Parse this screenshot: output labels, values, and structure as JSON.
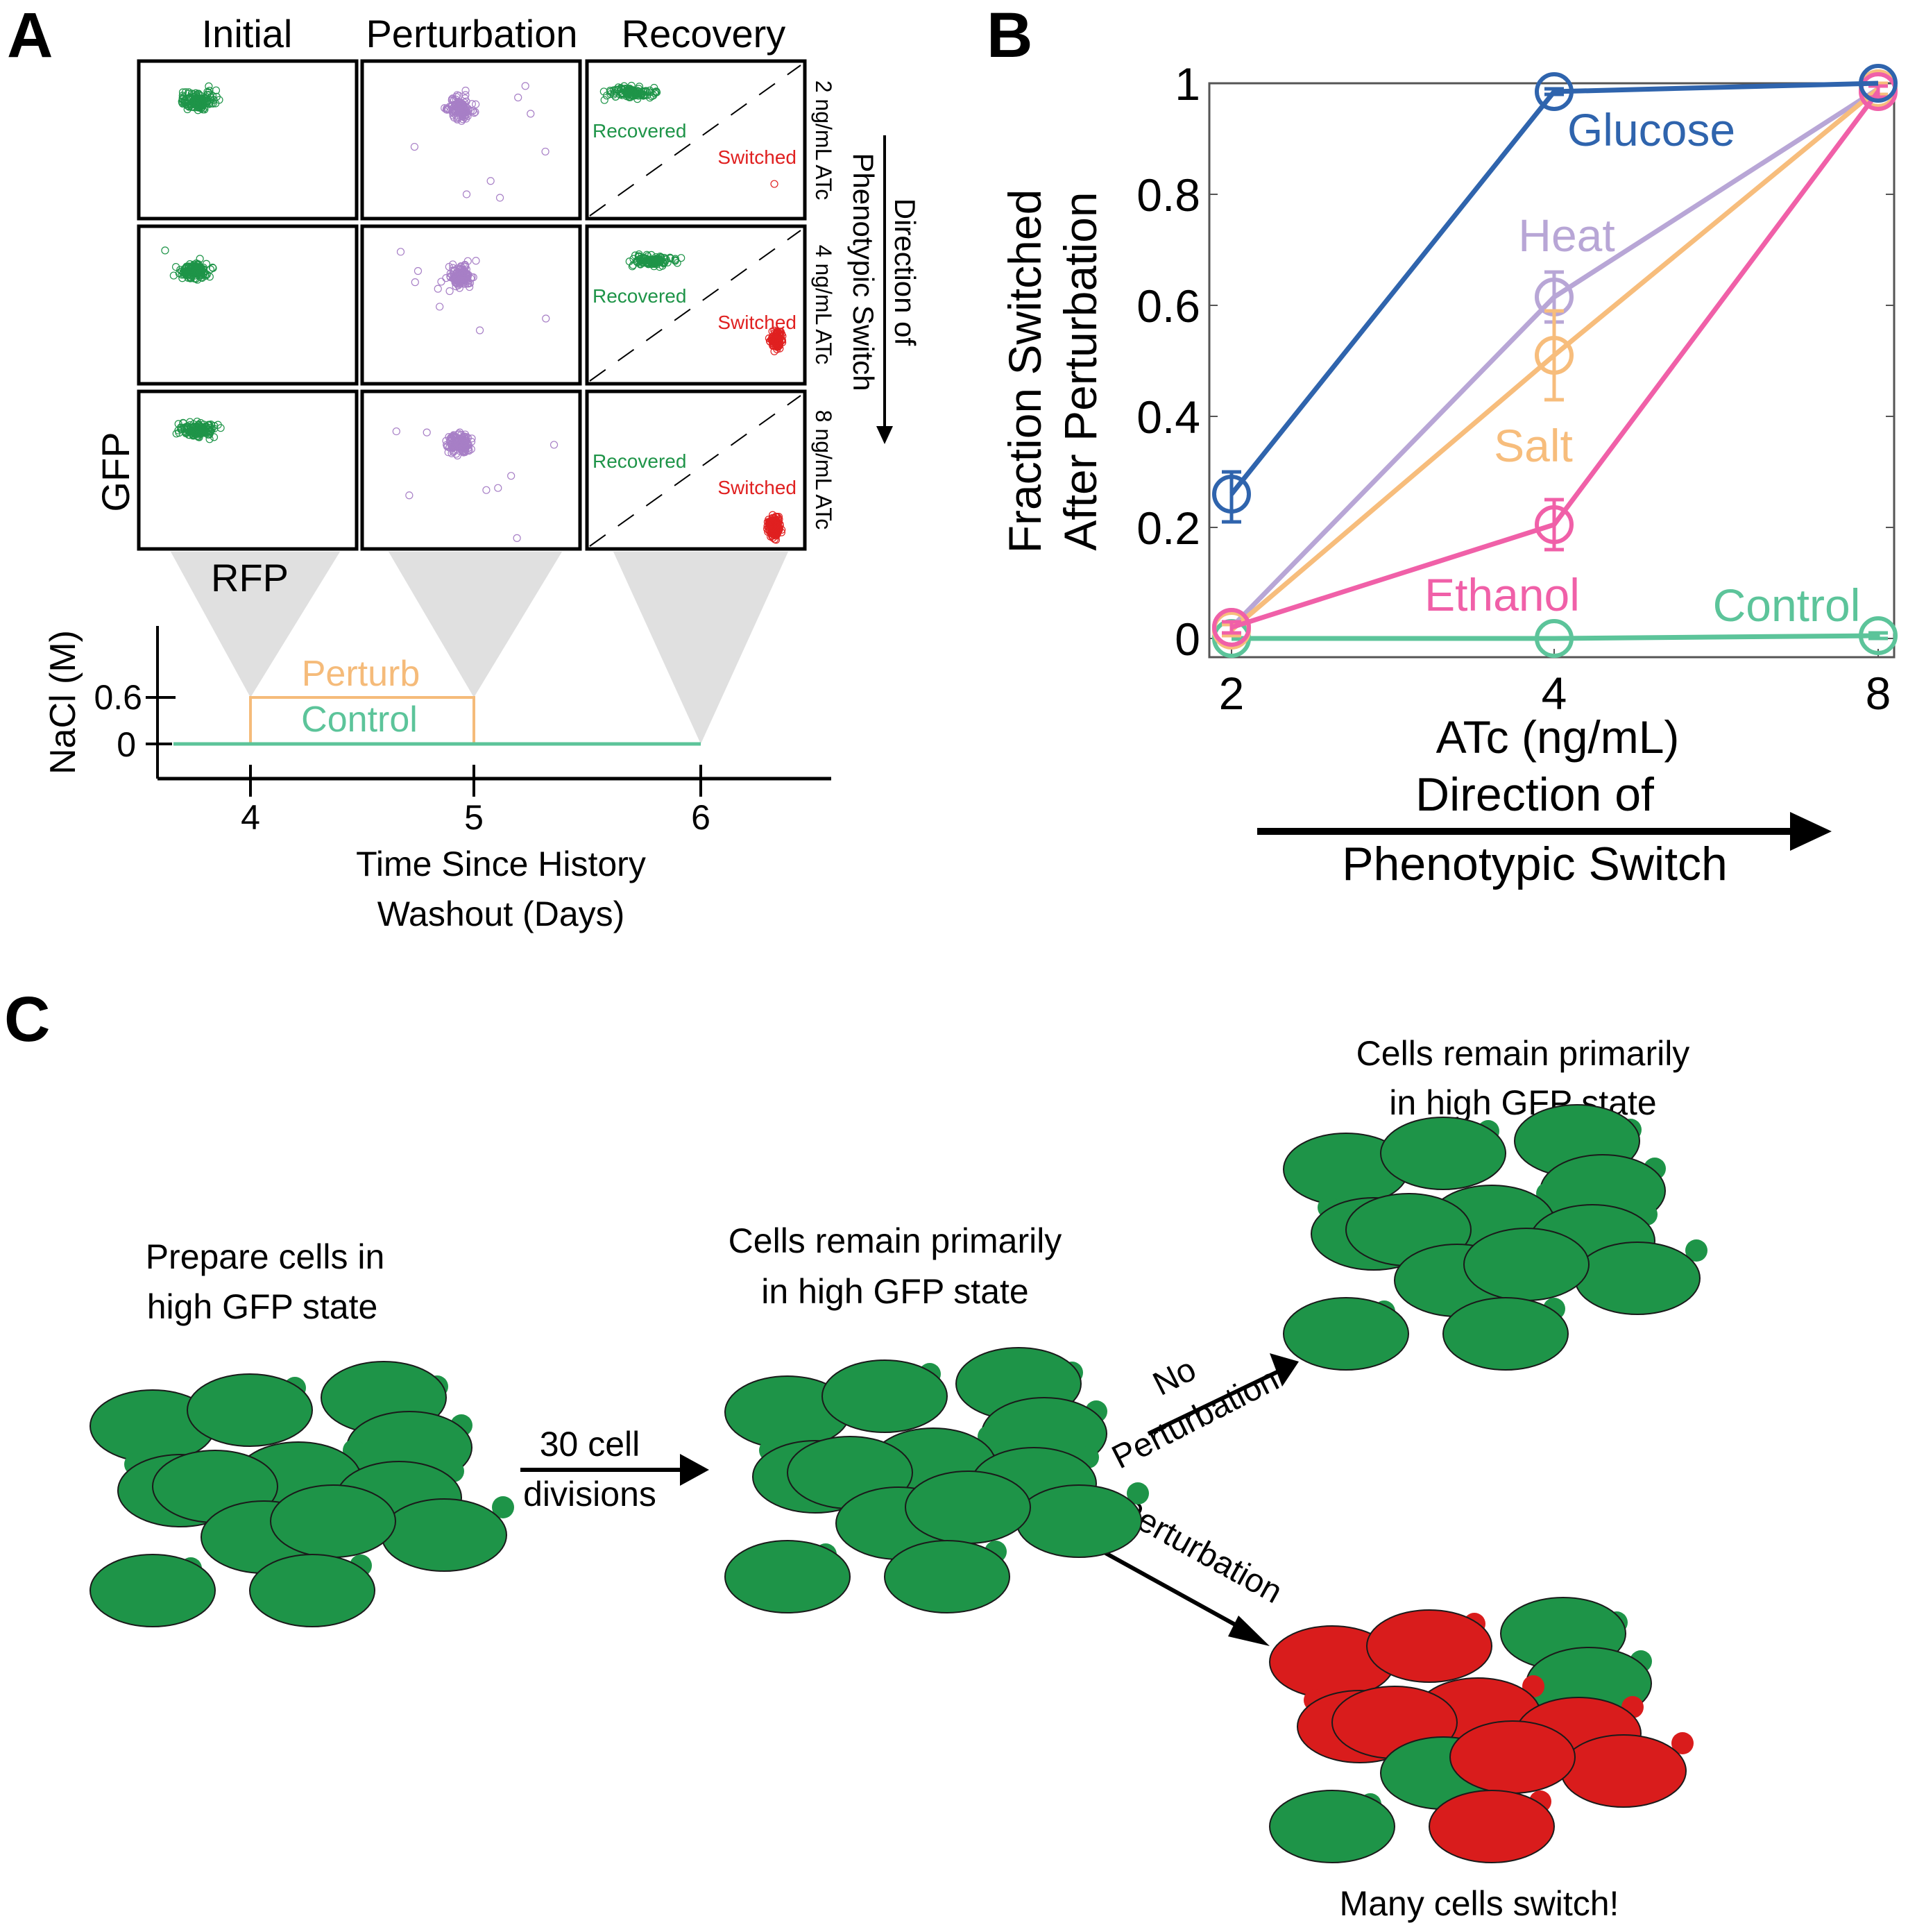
{
  "panel_a": {
    "letter": "A",
    "column_titles": [
      "Initial",
      "Perturbation",
      "Recovery"
    ],
    "row_labels": [
      "2 ng/mL ATc",
      "4 ng/mL ATc",
      "8 ng/mL ATc"
    ],
    "y_axis_label": "GFP",
    "x_axis_label": "RFP",
    "recovered_label": "Recovered",
    "switched_label": "Switched",
    "direction_label_line1": "Direction of",
    "direction_label_line2": "Phenotypic Switch",
    "colors": {
      "initial": "#1e9448",
      "perturbation": "#a77fc6",
      "recovered": "#1e9448",
      "switched": "#e02020"
    },
    "timeline": {
      "ylabel": "NaCl (M)",
      "xlabel_line1": "Time Since History",
      "xlabel_line2": "Washout (Days)",
      "y_ticks": [
        "0.6",
        "0"
      ],
      "x_ticks": [
        "4",
        "5",
        "6"
      ],
      "perturb_label": "Perturb",
      "control_label": "Control",
      "perturb_color": "#f5bb7a",
      "control_color": "#5cc49a",
      "perturb_start_day": 4,
      "perturb_end_day": 5,
      "perturb_level_M": 0.6,
      "snapshot_days": [
        4,
        5,
        6
      ]
    }
  },
  "panel_b": {
    "letter": "B"
  },
  "panel_c": {
    "letter": "C",
    "step1_line1": "Prepare cells in",
    "step1_line2": "high GFP state",
    "arrow1_line1": "30 cell",
    "arrow1_line2": "divisions",
    "step2_line1": "Cells remain primarily",
    "step2_line2": "in high GFP state",
    "branch_top_line1": "No",
    "branch_top_line2": "Perturbation",
    "branch_bottom": "Perturbation",
    "outcome_top_line1": "Cells remain primarily",
    "outcome_top_line2": "in high GFP state",
    "outcome_bottom": "Many cells switch!",
    "colors": {
      "gfp": "#1e9448",
      "rfp": "#d91c1c"
    },
    "switched_cell_count": 9,
    "total_cell_count": 13
  },
  "chart_data": {
    "type": "line",
    "title": "",
    "xlabel": "ATc (ng/mL)",
    "ylabel_line1": "Fraction Switched",
    "ylabel_line2": "After Perturbation",
    "x_ticks": [
      "2",
      "4",
      "8"
    ],
    "x": [
      2,
      4,
      8
    ],
    "y_ticks": [
      "0",
      "0.2",
      "0.4",
      "0.6",
      "0.8",
      "1"
    ],
    "ylim": [
      0,
      1
    ],
    "grid": false,
    "direction_line1": "Direction of",
    "direction_line2": "Phenotypic Switch",
    "series": [
      {
        "name": "Glucose",
        "color": "#2f64ad",
        "values": [
          0.26,
          0.985,
          1.0
        ],
        "err_low": [
          0.21,
          0.98,
          1.0
        ],
        "err_high": [
          0.3,
          0.99,
          1.0
        ]
      },
      {
        "name": "Heat",
        "color": "#b8a6d6",
        "values": [
          0.02,
          0.615,
          0.99
        ],
        "err_low": [
          0.01,
          0.57,
          0.98
        ],
        "err_high": [
          0.03,
          0.66,
          1.0
        ]
      },
      {
        "name": "Salt",
        "color": "#f7bd7c",
        "values": [
          0.015,
          0.51,
          0.99
        ],
        "err_low": [
          0.005,
          0.43,
          0.98
        ],
        "err_high": [
          0.025,
          0.59,
          1.0
        ]
      },
      {
        "name": "Ethanol",
        "color": "#f060a8",
        "values": [
          0.02,
          0.205,
          0.985
        ],
        "err_low": [
          0.01,
          0.16,
          0.975
        ],
        "err_high": [
          0.03,
          0.25,
          0.995
        ]
      },
      {
        "name": "Control",
        "color": "#5cc49a",
        "values": [
          0.0,
          0.0,
          0.005
        ],
        "err_low": [
          0.0,
          0.0,
          0.0
        ],
        "err_high": [
          0.0,
          0.0,
          0.01
        ]
      }
    ]
  }
}
